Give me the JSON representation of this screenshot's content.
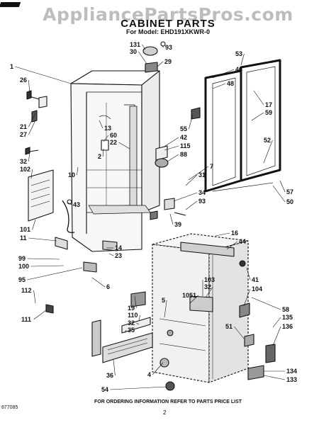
{
  "watermark": "AppliancePartsPros.com",
  "header": {
    "title": "CABINET PARTS",
    "model": "For Model: EHD191XKWR-0"
  },
  "footer": {
    "note": "FOR ORDERING INFORMATION REFER TO PARTS PRICE LIST",
    "page": "2",
    "doc_number": "877085"
  },
  "callouts": [
    "131",
    "30",
    "93",
    "53",
    "29",
    "46",
    "1",
    "48",
    "26",
    "13",
    "60",
    "22",
    "17",
    "59",
    "21",
    "27",
    "55",
    "42",
    "52",
    "32",
    "102",
    "2",
    "115",
    "88",
    "10",
    "7",
    "31",
    "34",
    "93",
    "43",
    "57",
    "50",
    "39",
    "101",
    "11",
    "16",
    "44",
    "14",
    "23",
    "99",
    "100",
    "103",
    "41",
    "95",
    "6",
    "32",
    "104",
    "1051",
    "112",
    "5",
    "19",
    "110",
    "32",
    "35",
    "58",
    "135",
    "136",
    "111",
    "51",
    "4",
    "36",
    "134",
    "133",
    "54"
  ]
}
